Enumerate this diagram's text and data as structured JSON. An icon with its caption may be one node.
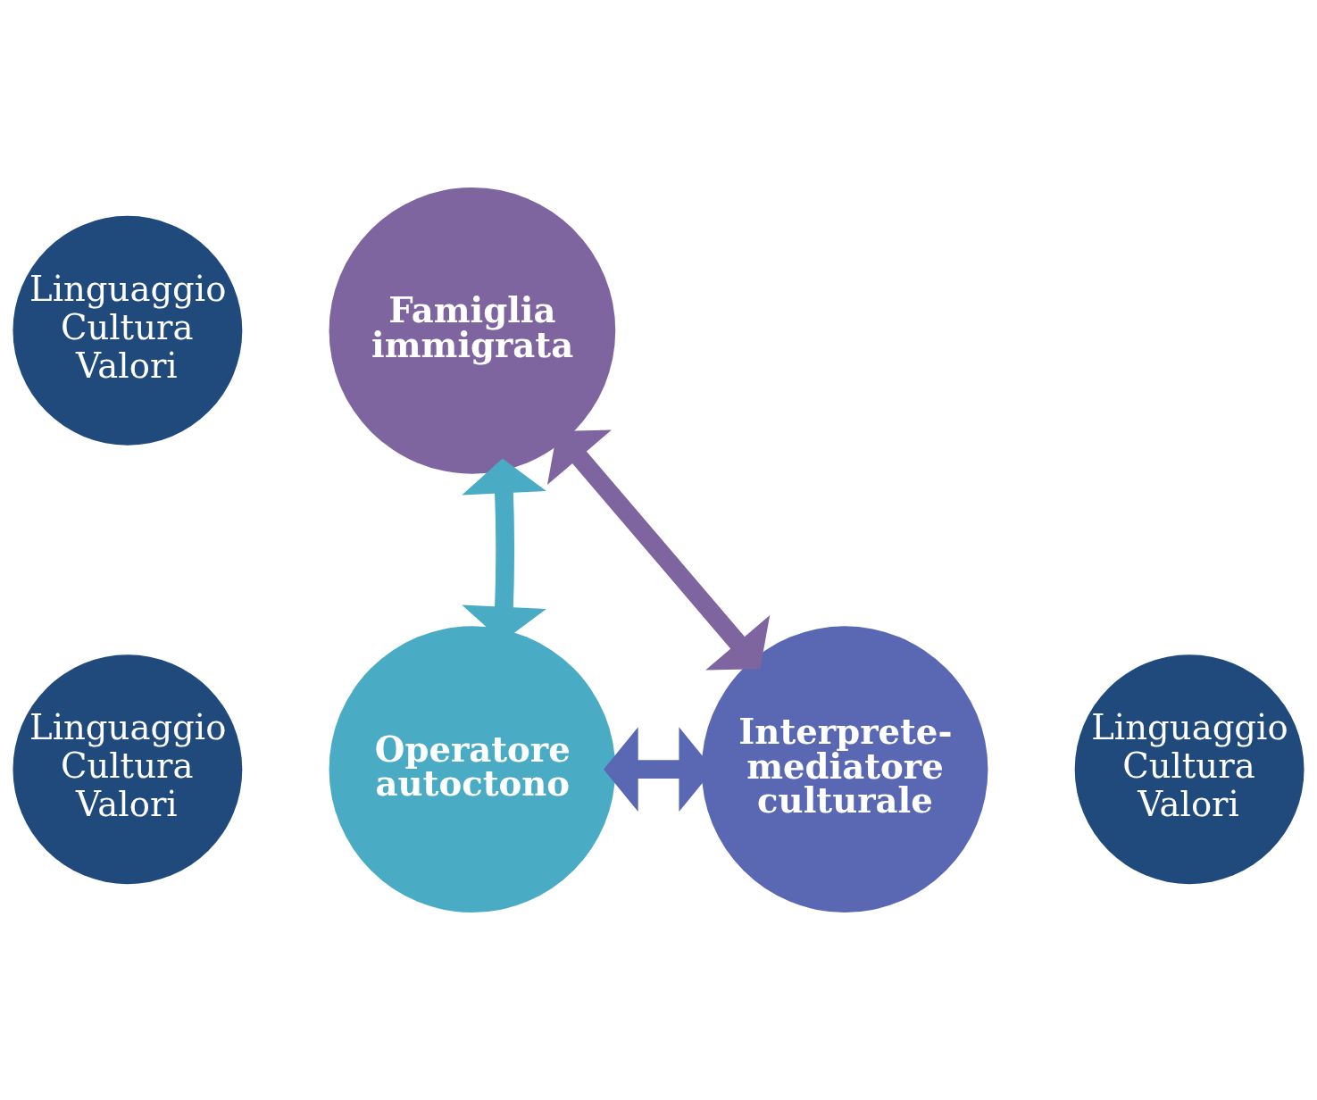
{
  "diagram": {
    "nodes": [
      {
        "text": [
          "Linguaggio Cultura Valori"
        ]
      },
      {
        "text": [
          "Famiglia immigrata"
        ]
      },
      {
        "text": [
          "Operatore autoctono"
        ]
      },
      {
        "text": [
          "Interprete-mediatore culturale"
        ]
      },
      {
        "text": [
          "Linguaggio Cultura Valori"
        ]
      },
      {
        "text": [
          "Linguaggio Cultura Valori"
        ]
      }
    ],
    "edges": [
      {
        "from": 2,
        "to": 1,
        "arrow": "both",
        "color": "#4aabc5"
      },
      {
        "from": 1,
        "to": 3,
        "arrow": "both",
        "color": "#7f65a0"
      },
      {
        "from": 2,
        "to": 3,
        "arrow": "both",
        "color": "#5a67b3"
      }
    ]
  }
}
